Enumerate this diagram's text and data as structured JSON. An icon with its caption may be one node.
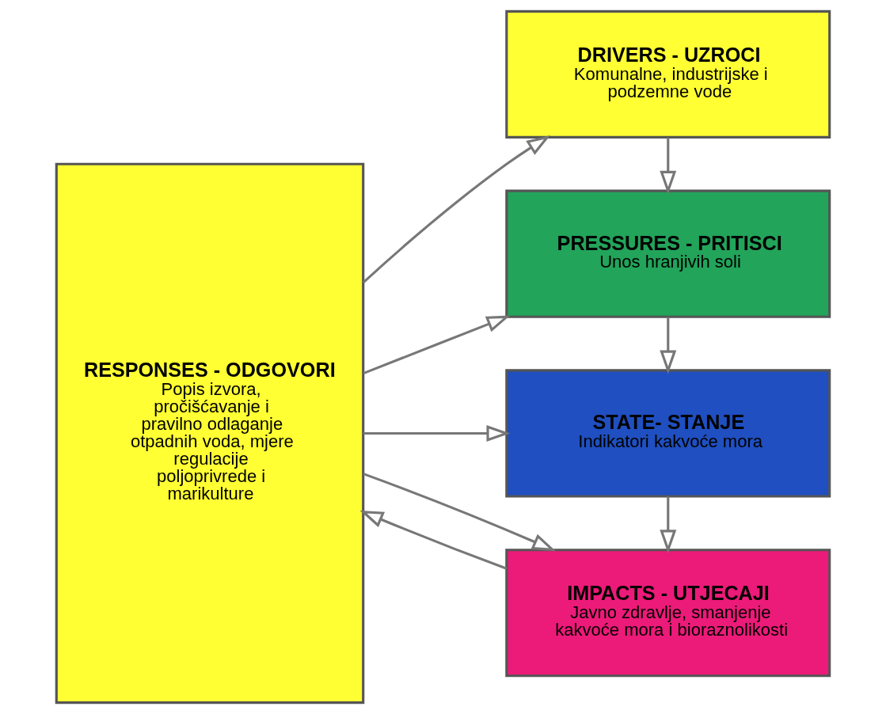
{
  "diagram": {
    "nodes": [
      {
        "text": [
          "DRIVERS - UZROCI",
          "Komunalne, industrijske i podzemne vode"
        ]
      },
      {
        "text": [
          "PRESSURES - PRITISCI",
          "Unos hranjivih soli"
        ]
      },
      {
        "text": [
          "STATE- STANJE",
          "Indikatori kakvoće mora"
        ]
      },
      {
        "text": [
          "IMPACTS - UTJECAJI",
          "Javno zdravlje, smanjenje kakvoće mora i bioraznolikosti"
        ]
      },
      {
        "text": [
          "RESPONSES - ODGOVORI",
          "Popis izvora, pročišćavanje i pravilno odlaganje otpadnih voda, mjere regulacije poljoprivrede i marikulture"
        ]
      }
    ],
    "edges": [
      {
        "from": 0,
        "to": 1,
        "arrow": "to"
      },
      {
        "from": 1,
        "to": 2,
        "arrow": "to"
      },
      {
        "from": 2,
        "to": 3,
        "arrow": "to"
      },
      {
        "from": 4,
        "to": 0,
        "arrow": "to"
      },
      {
        "from": 4,
        "to": 1,
        "arrow": "to"
      },
      {
        "from": 4,
        "to": 2,
        "arrow": "to"
      },
      {
        "from": 4,
        "to": 3,
        "arrow": "to"
      },
      {
        "from": 3,
        "to": 4,
        "arrow": "to"
      }
    ]
  }
}
